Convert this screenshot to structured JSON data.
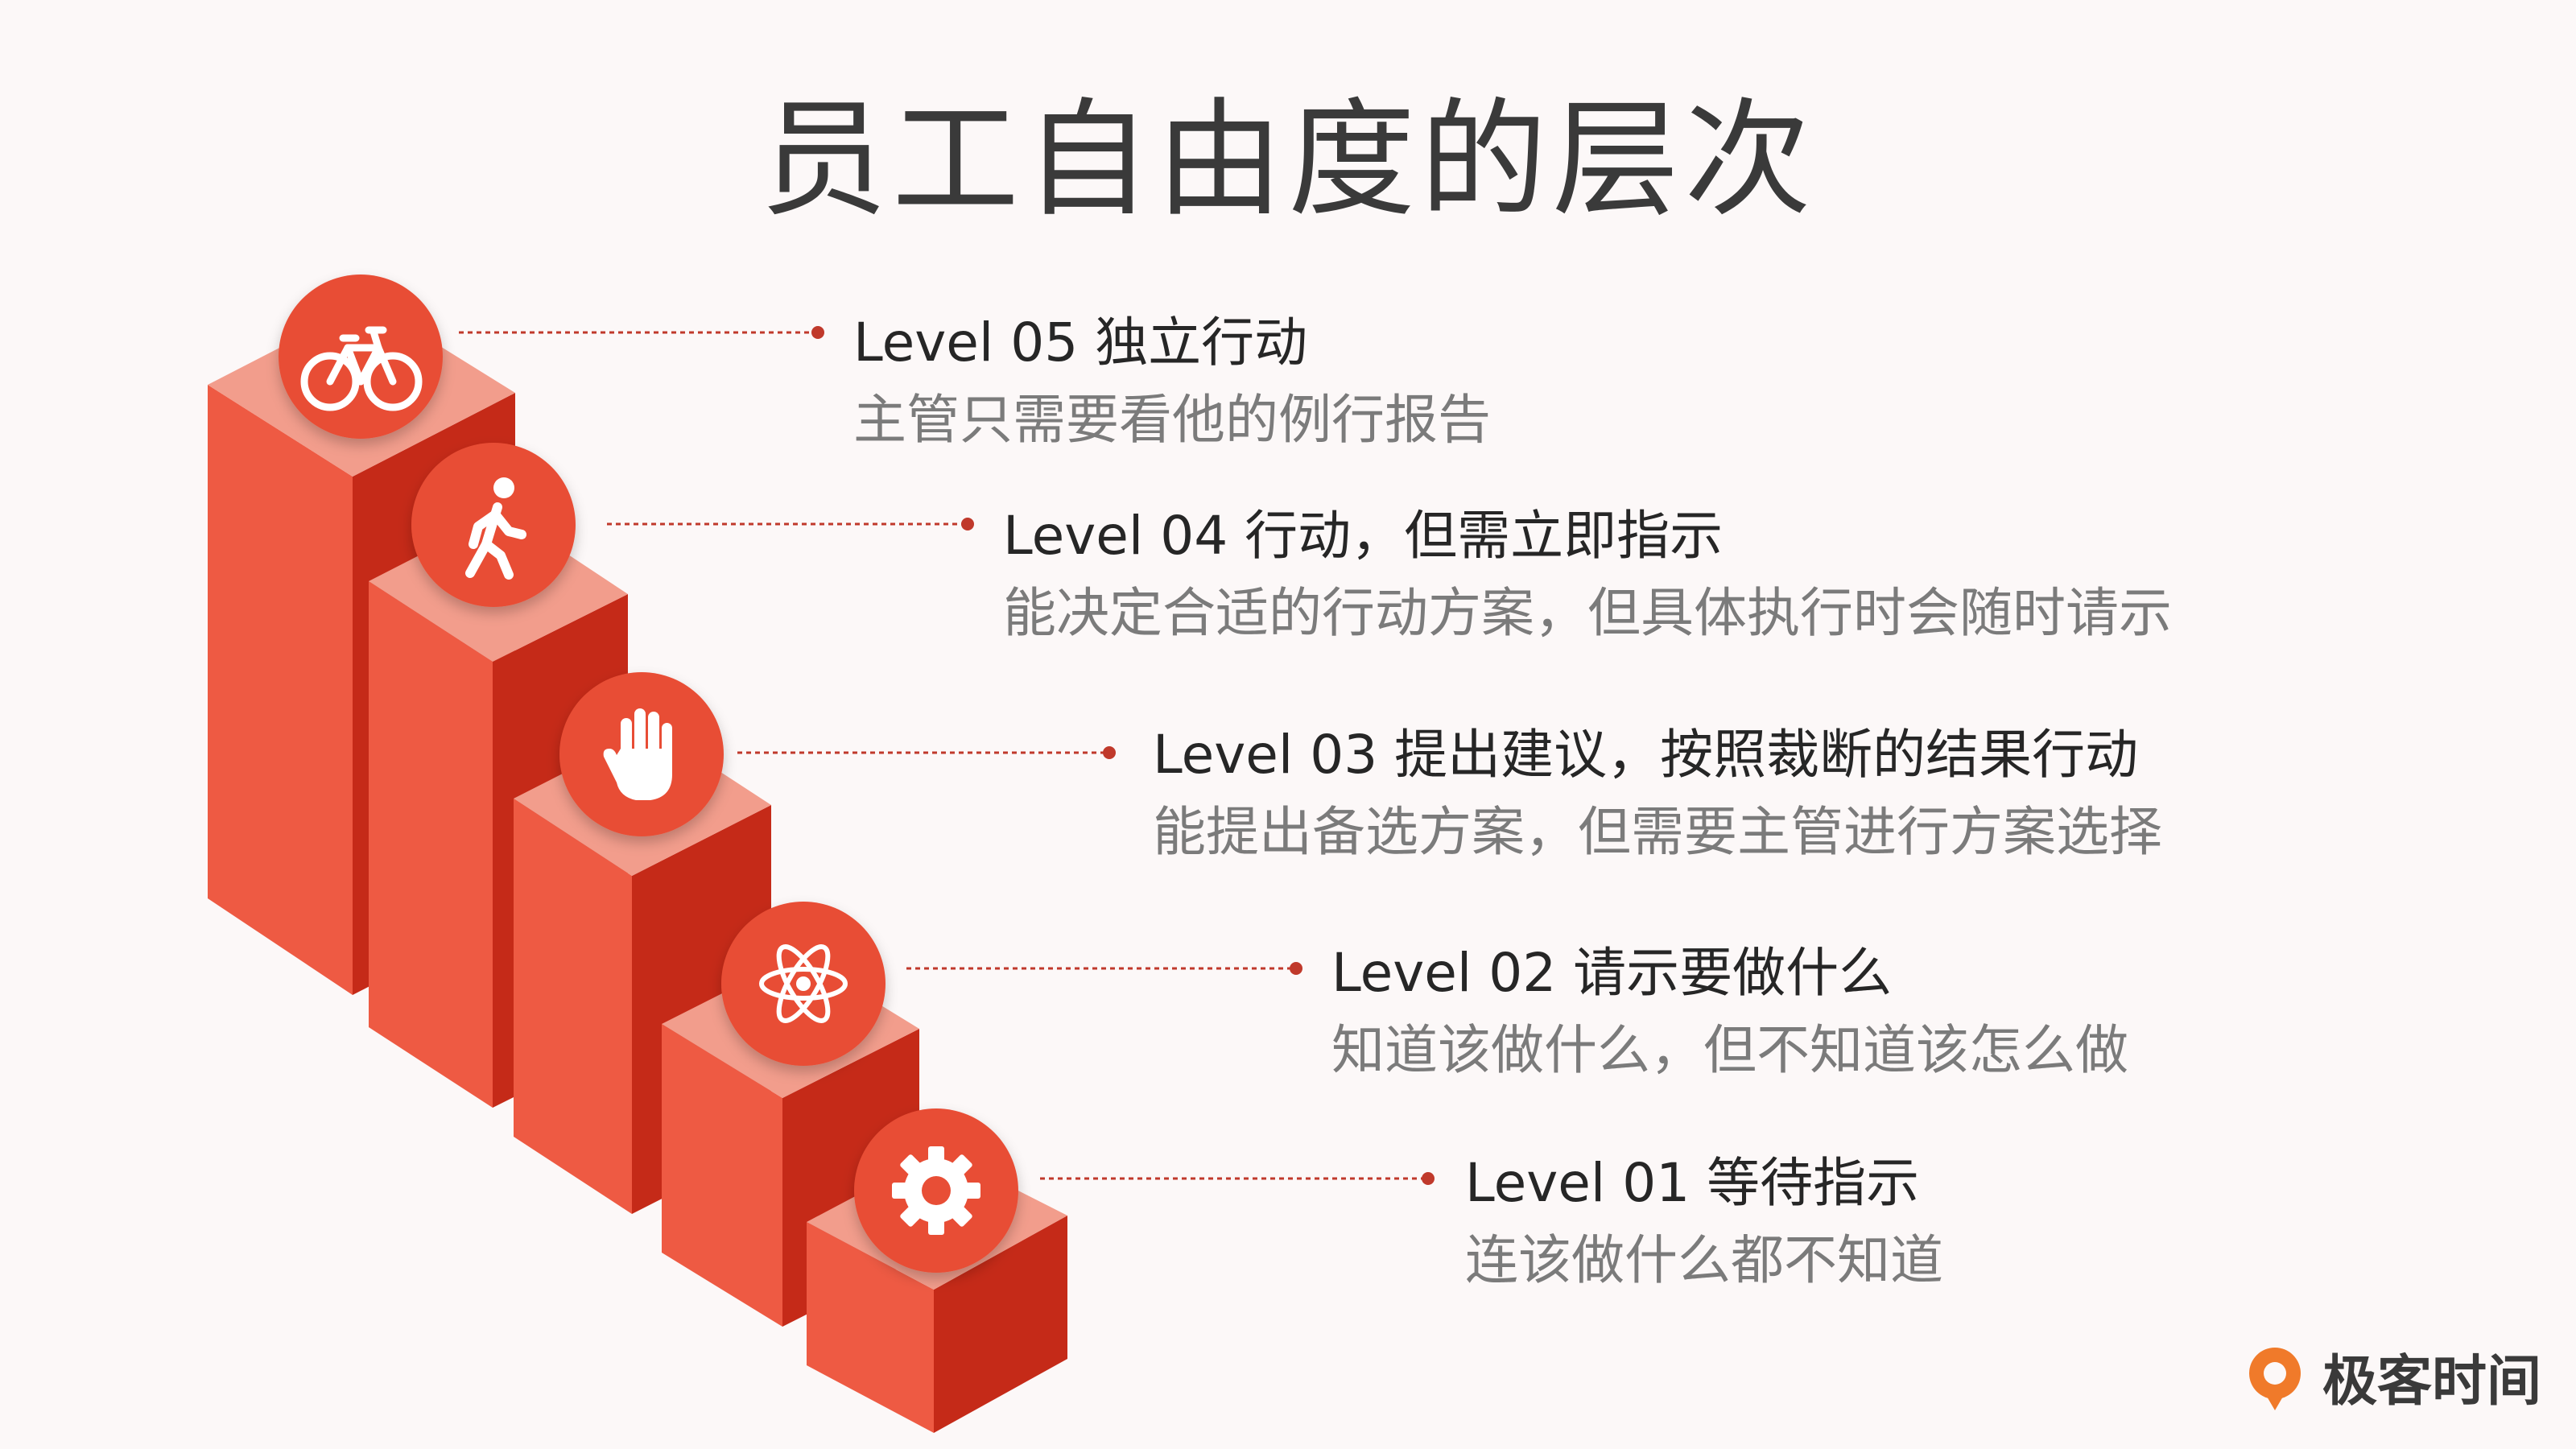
{
  "title": "员工自由度的层次",
  "levels": [
    {
      "heading": "Level 05 独立行动",
      "description": "主管只需要看他的例行报告",
      "icon": "bicycle-icon"
    },
    {
      "heading": "Level 04 行动，但需立即指示",
      "description": "能决定合适的行动方案，但具体执行时会随时请示",
      "icon": "walking-person-icon"
    },
    {
      "heading": "Level 03 提出建议，按照裁断的结果行动",
      "description": "能提出备选方案，但需要主管进行方案选择",
      "icon": "hand-icon"
    },
    {
      "heading": "Level 02 请示要做什么",
      "description": "知道该做什么，但不知道该怎么做",
      "icon": "atom-icon"
    },
    {
      "heading": "Level 01 等待指示",
      "description": "连该做什么都不知道",
      "icon": "gear-icon"
    }
  ],
  "brand": {
    "name": "极客时间",
    "icon": "geektime-logo-icon"
  },
  "colors": {
    "front": "#ee5a43",
    "side": "#c52a18",
    "top": "#f29d8c",
    "circle": "#e84e36",
    "leader": "#c0392b"
  }
}
